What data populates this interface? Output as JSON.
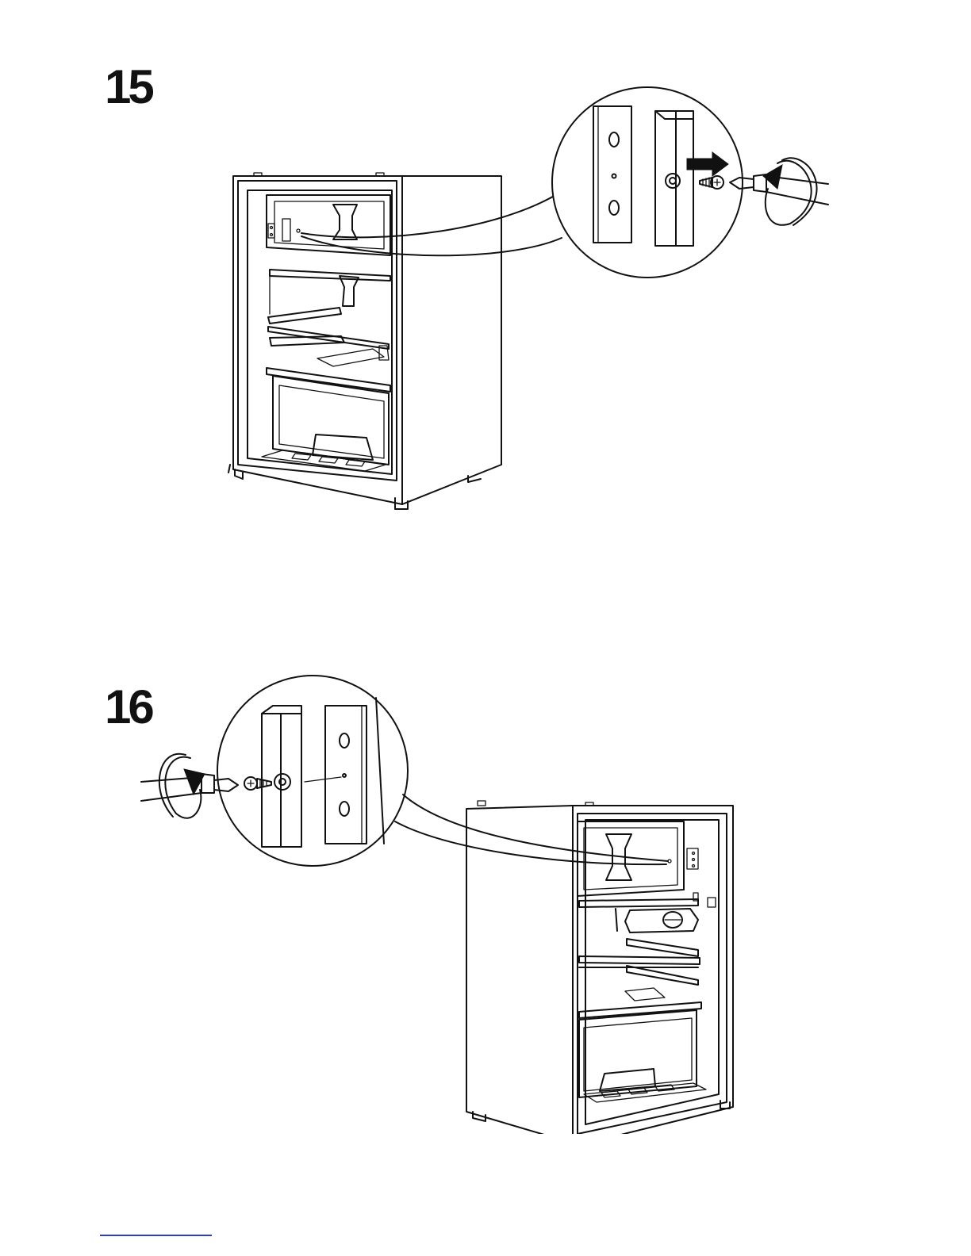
{
  "steps": [
    {
      "number": "15",
      "screw_action": "remove"
    },
    {
      "number": "16",
      "screw_action": "insert"
    }
  ],
  "colors": {
    "line": "#111111",
    "footer_rule": "#2a3fbf"
  }
}
